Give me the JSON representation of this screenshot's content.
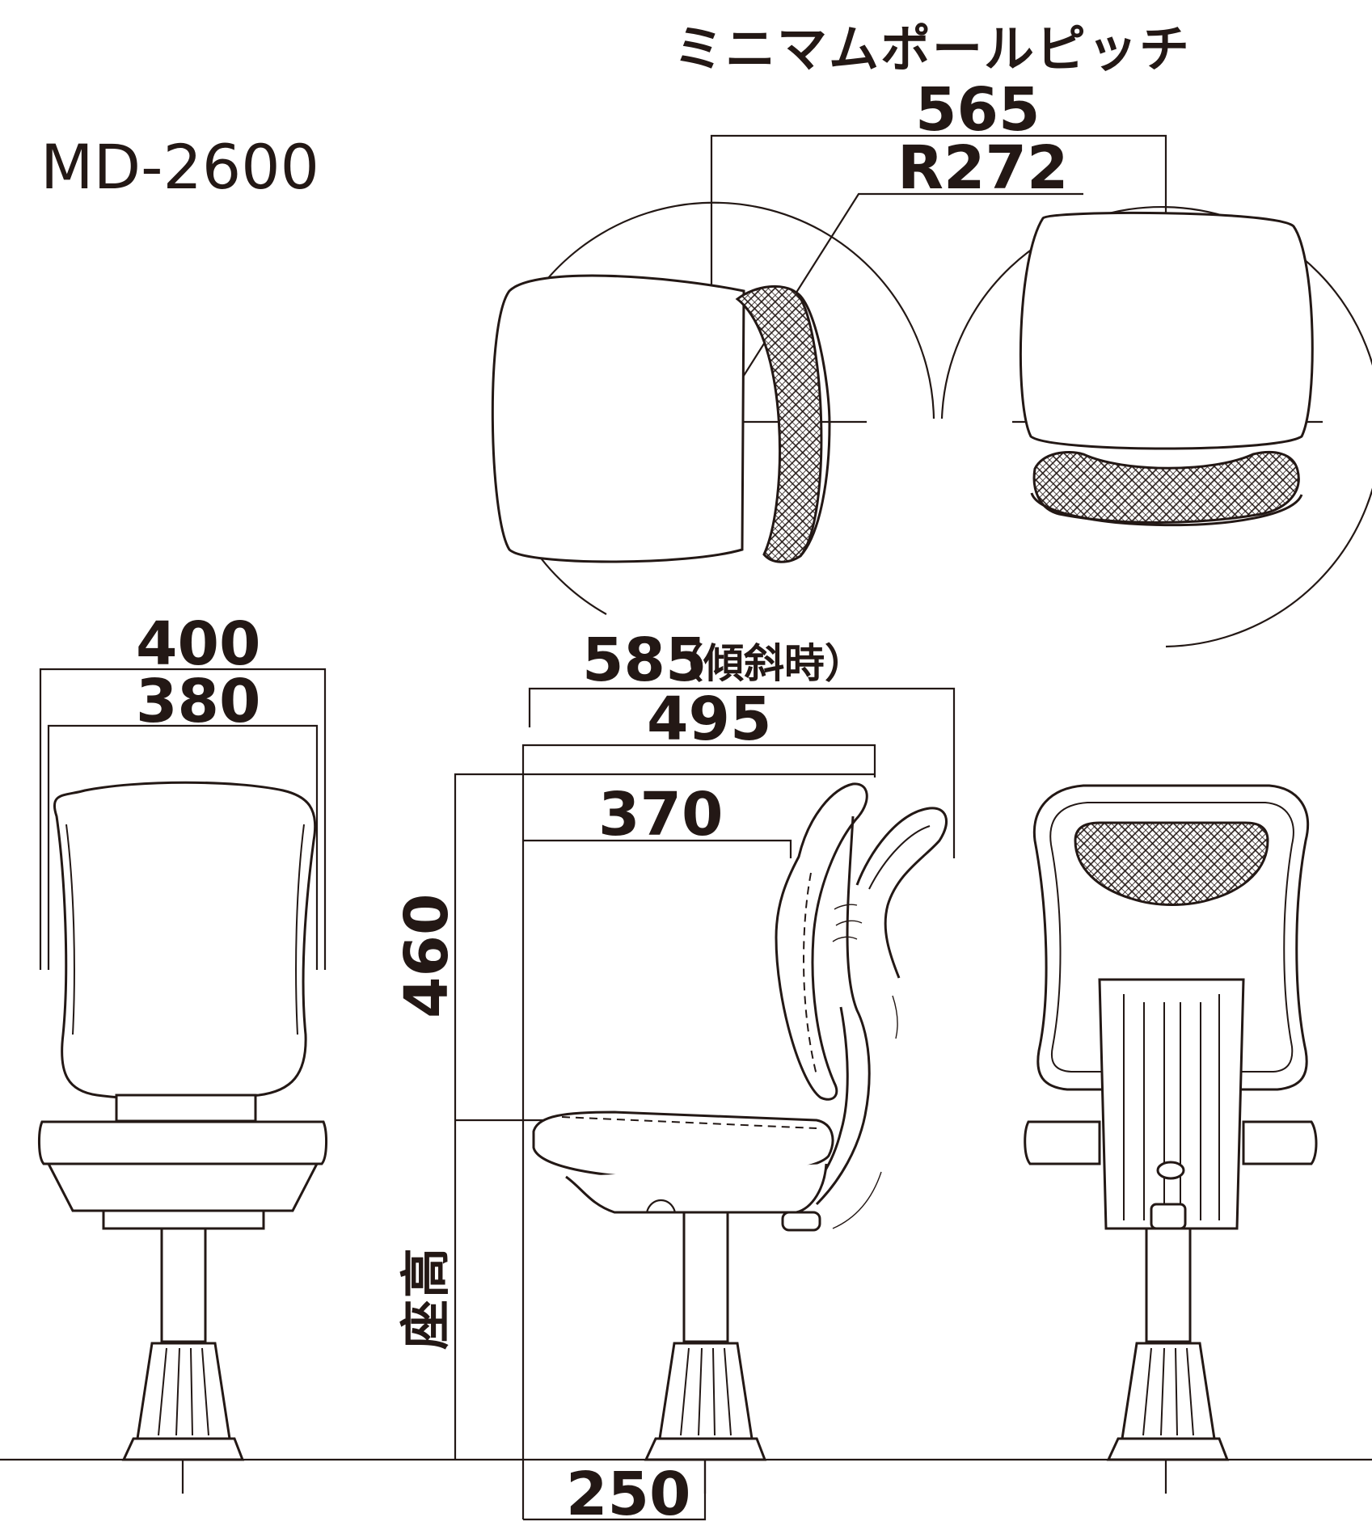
{
  "model": "MD-2600",
  "top_view": {
    "title": "ミニマムポールピッチ",
    "pitch": "565",
    "radius": "R272"
  },
  "front_view": {
    "overall_width": "400",
    "seat_width": "380"
  },
  "side_view": {
    "depth_tilted": "585",
    "depth_tilted_note": "（傾斜時）",
    "depth": "495",
    "seat_depth": "370",
    "seat_height_label": "座高",
    "seat_height": "460",
    "pole_offset": "250"
  }
}
